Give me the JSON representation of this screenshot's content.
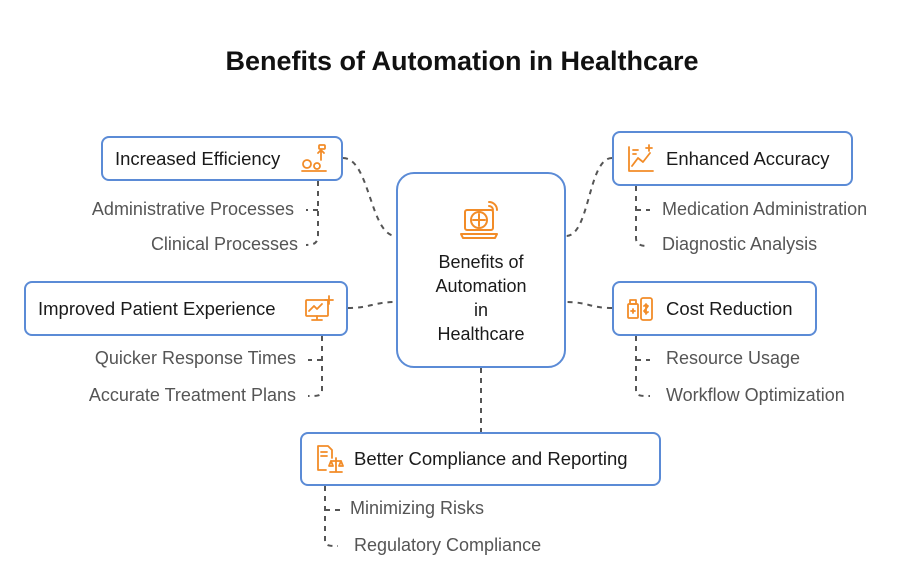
{
  "title": "Benefits of Automation in Healthcare",
  "center": {
    "label": "Benefits of Automation in Healthcare",
    "icon": "laptop-medical-wifi-icon"
  },
  "colors": {
    "accent": "#f28c28",
    "border": "#5b8bd6",
    "connector": "#555555"
  },
  "nodes": [
    {
      "label": "Increased Efficiency",
      "icon": "gears-growth-icon",
      "subitems": [
        "Administrative Processes",
        "Clinical Processes"
      ]
    },
    {
      "label": "Enhanced Accuracy",
      "icon": "chart-target-icon",
      "subitems": [
        "Medication Administration",
        "Diagnostic Analysis"
      ]
    },
    {
      "label": "Improved Patient Experience",
      "icon": "medical-monitor-icon",
      "subitems": [
        "Quicker Response Times",
        "Accurate Treatment Plans"
      ]
    },
    {
      "label": "Cost Reduction",
      "icon": "pharmacy-phone-icon",
      "subitems": [
        "Resource Usage",
        "Workflow Optimization"
      ]
    },
    {
      "label": "Better Compliance and Reporting",
      "icon": "document-scales-icon",
      "subitems": [
        "Minimizing Risks",
        "Regulatory Compliance"
      ]
    }
  ]
}
